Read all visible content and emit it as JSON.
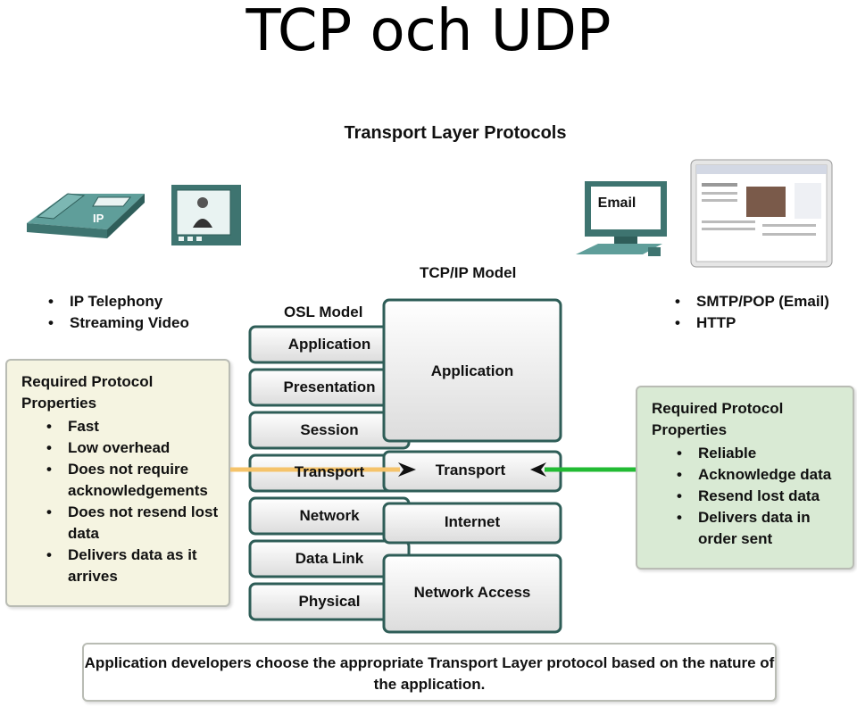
{
  "slide_title": "TCP och UDP",
  "diagram_title": "Transport Layer Protocols",
  "left_apps": [
    "IP Telephony",
    "Streaming Video"
  ],
  "right_apps": [
    "SMTP/POP (Email)",
    "HTTP"
  ],
  "devices": {
    "phone_badge": "IP",
    "email_label": "Email"
  },
  "osi": {
    "title": "OSL Model",
    "layers": [
      "Application",
      "Presentation",
      "Session",
      "Transport",
      "Network",
      "Data Link",
      "Physical"
    ]
  },
  "tcpip": {
    "title": "TCP/IP Model",
    "layers": [
      "Application",
      "Transport",
      "Internet",
      "Network Access"
    ]
  },
  "udp_box": {
    "heading": "Required Protocol Properties",
    "items": [
      "Fast",
      "Low overhead",
      "Does not require acknowledgements",
      "Does not resend lost data",
      "Delivers data as it arrives"
    ]
  },
  "tcp_box": {
    "heading": "Required Protocol Properties",
    "items": [
      "Reliable",
      "Acknowledge data",
      "Resend lost data",
      "Delivers data in order sent"
    ]
  },
  "note": "Application developers choose the appropriate Transport Layer protocol based on the nature of the application.",
  "colors": {
    "udp_arrow": "#f5c36a",
    "tcp_arrow": "#22bb33",
    "layer_border": "#2e5d57",
    "udp_box_bg": "#f5f4e1",
    "tcp_box_bg": "#d9ead4"
  }
}
